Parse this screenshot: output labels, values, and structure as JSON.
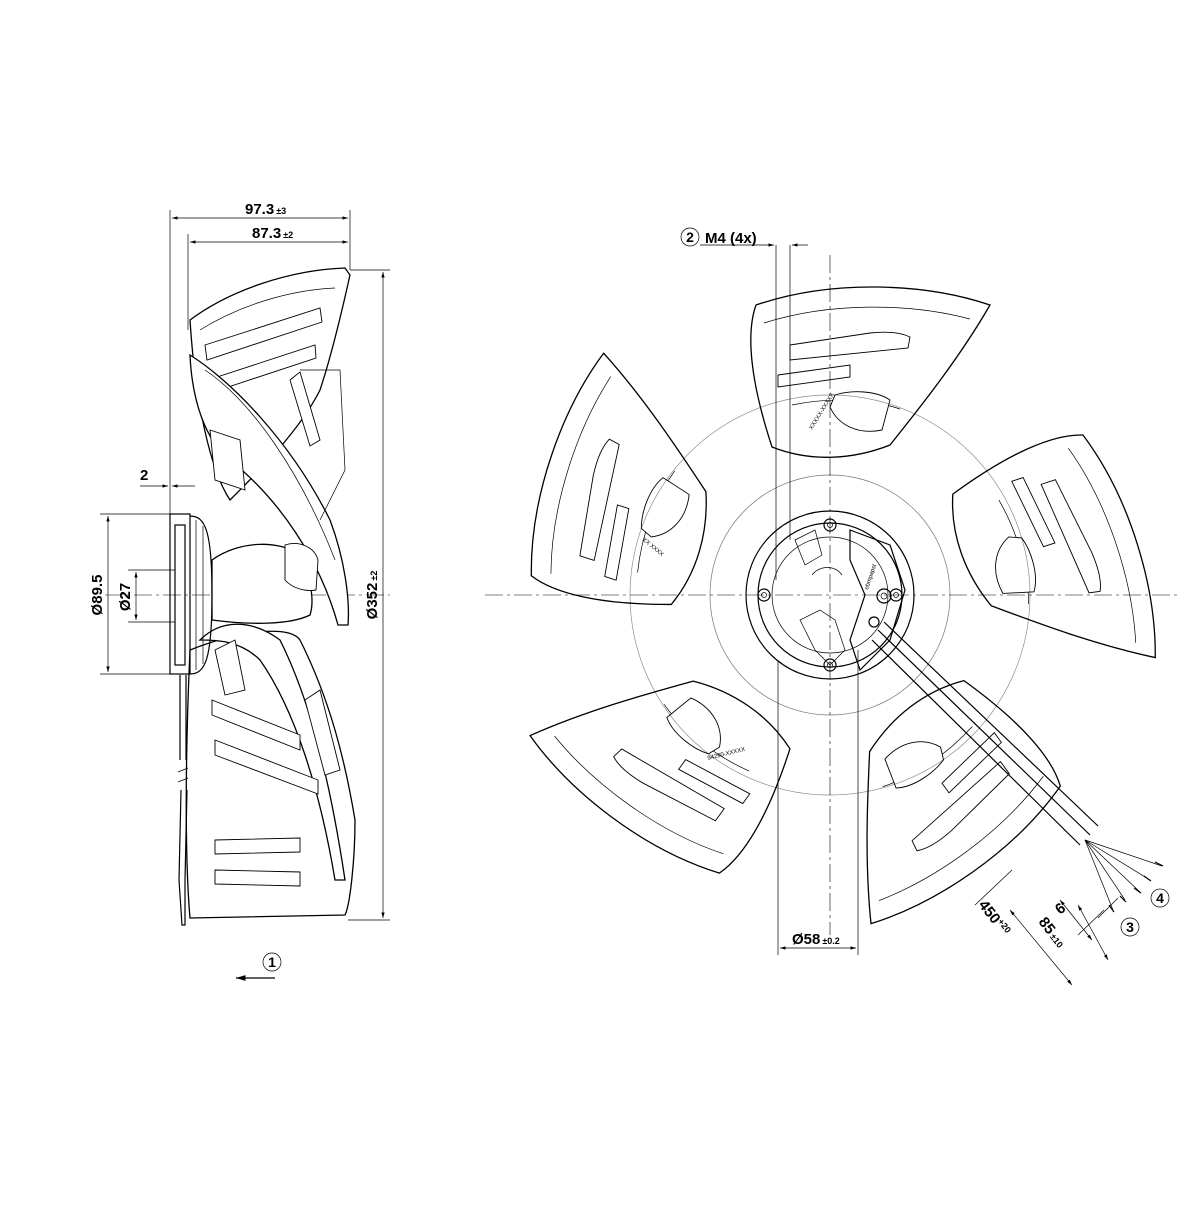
{
  "side_view": {
    "overall_depth": "97.3",
    "overall_depth_tol": "±3",
    "blade_depth": "87.3",
    "blade_depth_tol": "±2",
    "flange_offset": "2",
    "hub_diameter": "Ø89.5",
    "shaft_diameter": "Ø27",
    "fan_diameter": "Ø352",
    "fan_diameter_tol": "±2",
    "airflow_callout": "1"
  },
  "front_view": {
    "thread_callout": "2",
    "thread_label": "M4 (4x)",
    "bolt_circle": "Ø58",
    "bolt_circle_tol": "±0.2",
    "cable_length": "450",
    "cable_length_tol": "+20",
    "strip_length": "85",
    "strip_length_tol": "±10",
    "wire_strip": "6",
    "wire_callout": "3",
    "sleeve_callout": "4",
    "blade_marks": [
      "XX  XXXX",
      "XXXXX-XXXXX",
      "94290-XXXXX"
    ],
    "brand_mark": "ebmpapst"
  }
}
